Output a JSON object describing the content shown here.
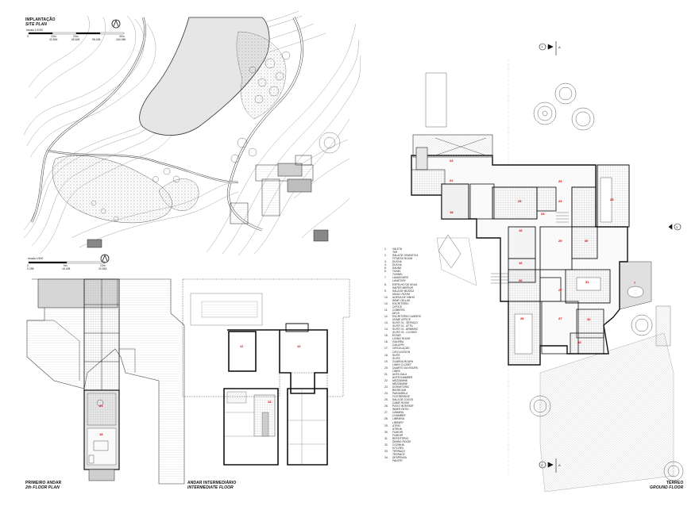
{
  "site_plan": {
    "title": "IMPLANTAÇÃO",
    "subtitle": "SITE PLAN",
    "scale": "escala 1/1000",
    "scale_marks": [
      "0",
      "10m",
      "20m",
      "30m",
      "32.81ft",
      "65.62ft",
      "98.43ft",
      "164.05ft"
    ]
  },
  "floor_scale": {
    "scale": "escala 1/500",
    "scale_marks": [
      "0",
      "5m",
      "10m",
      "0.25ft",
      "16.40ft",
      "32.81ft"
    ]
  },
  "plans": [
    {
      "title": "PRIMEIRO ANDAR",
      "subtitle": "2th FLOOR PLAN"
    },
    {
      "title": "ANDAR INTERMEDIÁRIO",
      "subtitle": "INTERMEDIATE FLOOR"
    },
    {
      "title": "TÉRREO",
      "subtitle": "GROUND FLOOR"
    }
  ],
  "section_marks": [
    "1",
    "A",
    "2",
    "A",
    "3"
  ],
  "legend": [
    {
      "n": "1.",
      "t": "VALETA"
    },
    {
      "n": "",
      "t": "TAR"
    },
    {
      "n": "2.",
      "t": "SALA DE GINÁSTICA"
    },
    {
      "n": "",
      "t": "FITNESS ROOM"
    },
    {
      "n": "3.",
      "t": "DUCHA"
    },
    {
      "n": "4.",
      "t": "DUCHA"
    },
    {
      "n": "5.",
      "t": "SAUNA"
    },
    {
      "n": "6.",
      "t": "TÚNEL"
    },
    {
      "n": "",
      "t": "TUNNEL"
    },
    {
      "n": "7.",
      "t": "LAVADOURO"
    },
    {
      "n": "",
      "t": "LAVATORY"
    },
    {
      "n": "8.",
      "t": "ESPELHO DE ÁGUA"
    },
    {
      "n": "",
      "t": "WATER MIRROR"
    },
    {
      "n": "9.",
      "t": "SALA DE MÚSICA"
    },
    {
      "n": "",
      "t": "MUSIC ROOM"
    },
    {
      "n": "10.",
      "t": "ADEGA DE VINHO"
    },
    {
      "n": "",
      "t": "WINE CELLAR"
    },
    {
      "n": "10.",
      "t": "ESCRITÓRIO"
    },
    {
      "n": "",
      "t": "OFFICE"
    },
    {
      "n": "11.",
      "t": "COBERTA"
    },
    {
      "n": "",
      "t": "DECK"
    },
    {
      "n": "12.",
      "t": "ESCRITÓRIO CASEIRO"
    },
    {
      "n": "",
      "t": "HOME OFFICE"
    },
    {
      "n": "13.",
      "t": "SUITE 01 - SERVIÇO"
    },
    {
      "n": "",
      "t": "SUITE 01 - ATTIC"
    },
    {
      "n": "14.",
      "t": "SUITE 01 - ARMÁRIO"
    },
    {
      "n": "",
      "t": "SUITE 01 - CLOSED"
    },
    {
      "n": "15.",
      "t": "ESTAR"
    },
    {
      "n": "",
      "t": "LIVING ROOM"
    },
    {
      "n": "16.",
      "t": "GALERIA"
    },
    {
      "n": "",
      "t": "GALLERY"
    },
    {
      "n": "17.",
      "t": "CIRCULAÇÃO"
    },
    {
      "n": "",
      "t": "CIRCULATION"
    },
    {
      "n": "18.",
      "t": "SUITE"
    },
    {
      "n": "",
      "t": "SUITE"
    },
    {
      "n": "19.",
      "t": "GUARDA ROUPA"
    },
    {
      "n": "",
      "t": "LINEN CLOSET"
    },
    {
      "n": "20.",
      "t": "QUARTO DA ROUPA"
    },
    {
      "n": "",
      "t": "LINEN"
    },
    {
      "n": "21.",
      "t": "ANTE-SALA"
    },
    {
      "n": "",
      "t": "ANTECHAMBER"
    },
    {
      "n": "22.",
      "t": "MEZZANINE"
    },
    {
      "n": "",
      "t": "MEZZANINE"
    },
    {
      "n": "23.",
      "t": "DORMITÓRIO"
    },
    {
      "n": "",
      "t": "BEDROOM"
    },
    {
      "n": "24.",
      "t": "PASSARELA"
    },
    {
      "n": "",
      "t": "FOOTBRIDGE"
    },
    {
      "n": "25.",
      "t": "SALA DE JOGOS"
    },
    {
      "n": "",
      "t": "GAME ROOM"
    },
    {
      "n": "26.",
      "t": "PÁTIO INTERIOR"
    },
    {
      "n": "",
      "t": "INNER PATIO"
    },
    {
      "n": "27.",
      "t": "CÂMARA"
    },
    {
      "n": "",
      "t": "CHAMBER"
    },
    {
      "n": "28.",
      "t": "LIBRARIA"
    },
    {
      "n": "",
      "t": "LIBRARY"
    },
    {
      "n": "29.",
      "t": "ÁTRIO"
    },
    {
      "n": "",
      "t": "ATRIUM"
    },
    {
      "n": "30.",
      "t": "FUMOIR"
    },
    {
      "n": "",
      "t": "FUMOIR"
    },
    {
      "n": "31.",
      "t": "REFEITÓRIO"
    },
    {
      "n": "",
      "t": "DINING ROOM"
    },
    {
      "n": "32.",
      "t": "COZINHA"
    },
    {
      "n": "",
      "t": "KITCHEN"
    },
    {
      "n": "33.",
      "t": "TERRAÇO"
    },
    {
      "n": "",
      "t": "TERRACE"
    },
    {
      "n": "34.",
      "t": "DESPENSA"
    },
    {
      "n": "",
      "t": "PANTRY"
    }
  ],
  "room_labels": {
    "ground": [
      "22",
      "23",
      "25",
      "24",
      "25",
      "18",
      "23",
      "24",
      "16",
      "29",
      "30",
      "16",
      "20",
      "31",
      "27",
      "28",
      "27",
      "32",
      "33",
      "7"
    ],
    "intermediate": [
      "11",
      "12",
      "13"
    ],
    "second": [
      "21",
      "18"
    ]
  },
  "colors": {
    "ink": "#111111",
    "room_label": "#d40000",
    "hatch": "#9a9a9a",
    "fill_grey": "#d8d8d8"
  }
}
